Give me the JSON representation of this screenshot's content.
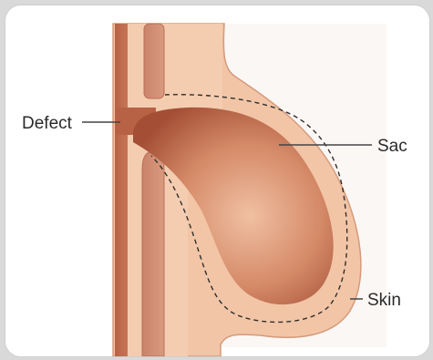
{
  "labels": {
    "defect": "Defect",
    "sac": "Sac",
    "skin": "Skin"
  },
  "colors": {
    "background": "#ffffff",
    "tissue_outer": "#f2c5a6",
    "tissue_edge": "#d59a7b",
    "canal_core": "#b76245",
    "canal_light": "#e3a27f",
    "sac_dark": "#a34e35",
    "sac_light": "#e6a889",
    "leader": "#444444",
    "dash": "#2f2f2f"
  }
}
